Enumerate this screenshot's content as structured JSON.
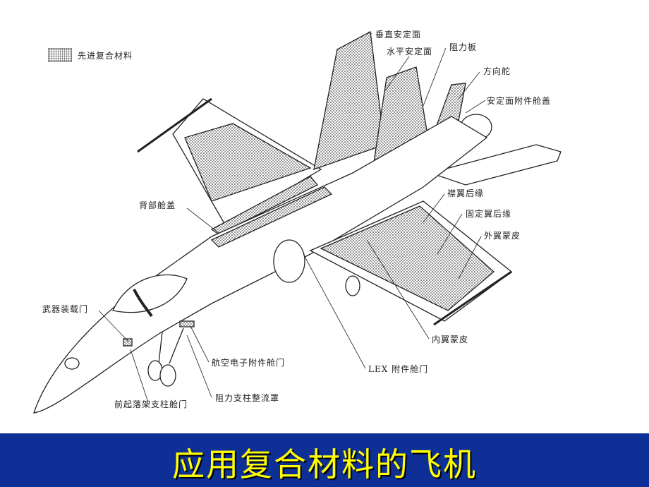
{
  "legend": {
    "label": "先进复合材料"
  },
  "labels": {
    "vertical_stabilizer": "垂直安定面",
    "horizontal_stabilizer": "水平安定面",
    "speed_brake": "阻力板",
    "rudder": "方向舵",
    "stabilizer_access_cover": "安定面附件舱盖",
    "dorsal_cover": "背部舱盖",
    "flap_trailing_edge": "襟翼后缘",
    "fixed_wing_trailing_edge": "固定翼后缘",
    "outer_wing_skin": "外翼蒙皮",
    "weapons_bay_door": "武器装载门",
    "avionics_access_door": "航空电子附件舱门",
    "lex_access_door": "LEX 附件舱门",
    "inner_wing_skin": "内翼蒙皮",
    "nose_gear_strut_door": "前起落架支柱舱门",
    "drag_brace_fairing": "阻力支柱整流罩"
  },
  "title": "应用复合材料的飞机"
}
